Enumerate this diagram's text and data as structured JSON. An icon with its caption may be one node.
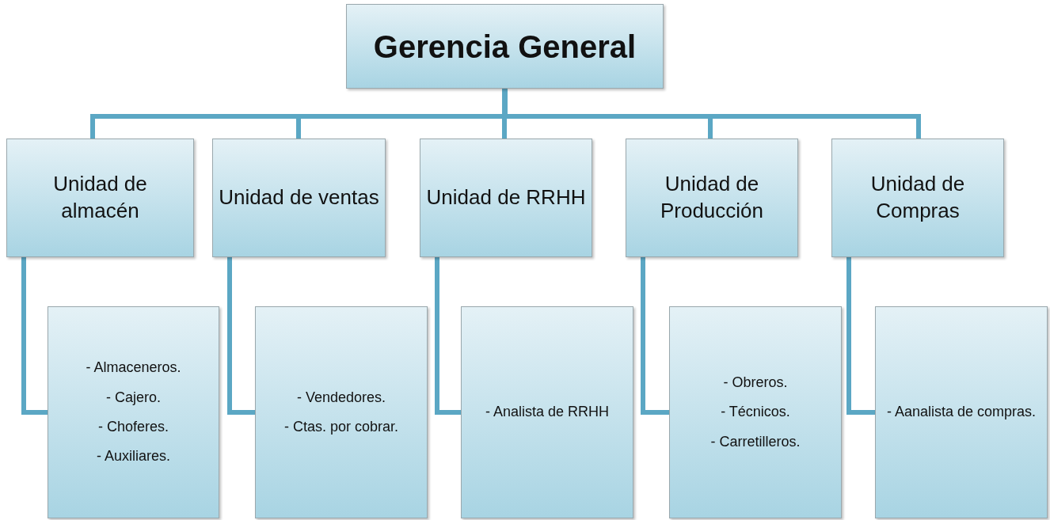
{
  "diagram": {
    "nodes": [
      {
        "text": [
          "Gerencia General"
        ]
      },
      {
        "text": [
          "Unidad de almacén"
        ]
      },
      {
        "text": [
          "Unidad de ventas"
        ]
      },
      {
        "text": [
          "Unidad de RRHH"
        ]
      },
      {
        "text": [
          "Unidad de Producción"
        ]
      },
      {
        "text": [
          "Unidad de Compras"
        ]
      },
      {
        "text": [
          "- Almaceneros.",
          "- Cajero.",
          "- Choferes.",
          "- Auxiliares."
        ]
      },
      {
        "text": [
          "- Vendedores.",
          "- Ctas. por cobrar."
        ]
      },
      {
        "text": [
          "- Analista de RRHH"
        ]
      },
      {
        "text": [
          "- Obreros.",
          "- Técnicos.",
          "- Carretilleros."
        ]
      },
      {
        "text": [
          "- Aanalista de compras."
        ]
      }
    ],
    "edges": [
      {
        "from": 0,
        "to": 1,
        "arrow": "none"
      },
      {
        "from": 0,
        "to": 2,
        "arrow": "none"
      },
      {
        "from": 0,
        "to": 3,
        "arrow": "none"
      },
      {
        "from": 0,
        "to": 4,
        "arrow": "none"
      },
      {
        "from": 0,
        "to": 5,
        "arrow": "none"
      },
      {
        "from": 1,
        "to": 6,
        "arrow": "none"
      },
      {
        "from": 2,
        "to": 7,
        "arrow": "none"
      },
      {
        "from": 3,
        "to": 8,
        "arrow": "none"
      },
      {
        "from": 4,
        "to": 9,
        "arrow": "none"
      },
      {
        "from": 5,
        "to": 10,
        "arrow": "none"
      }
    ]
  }
}
